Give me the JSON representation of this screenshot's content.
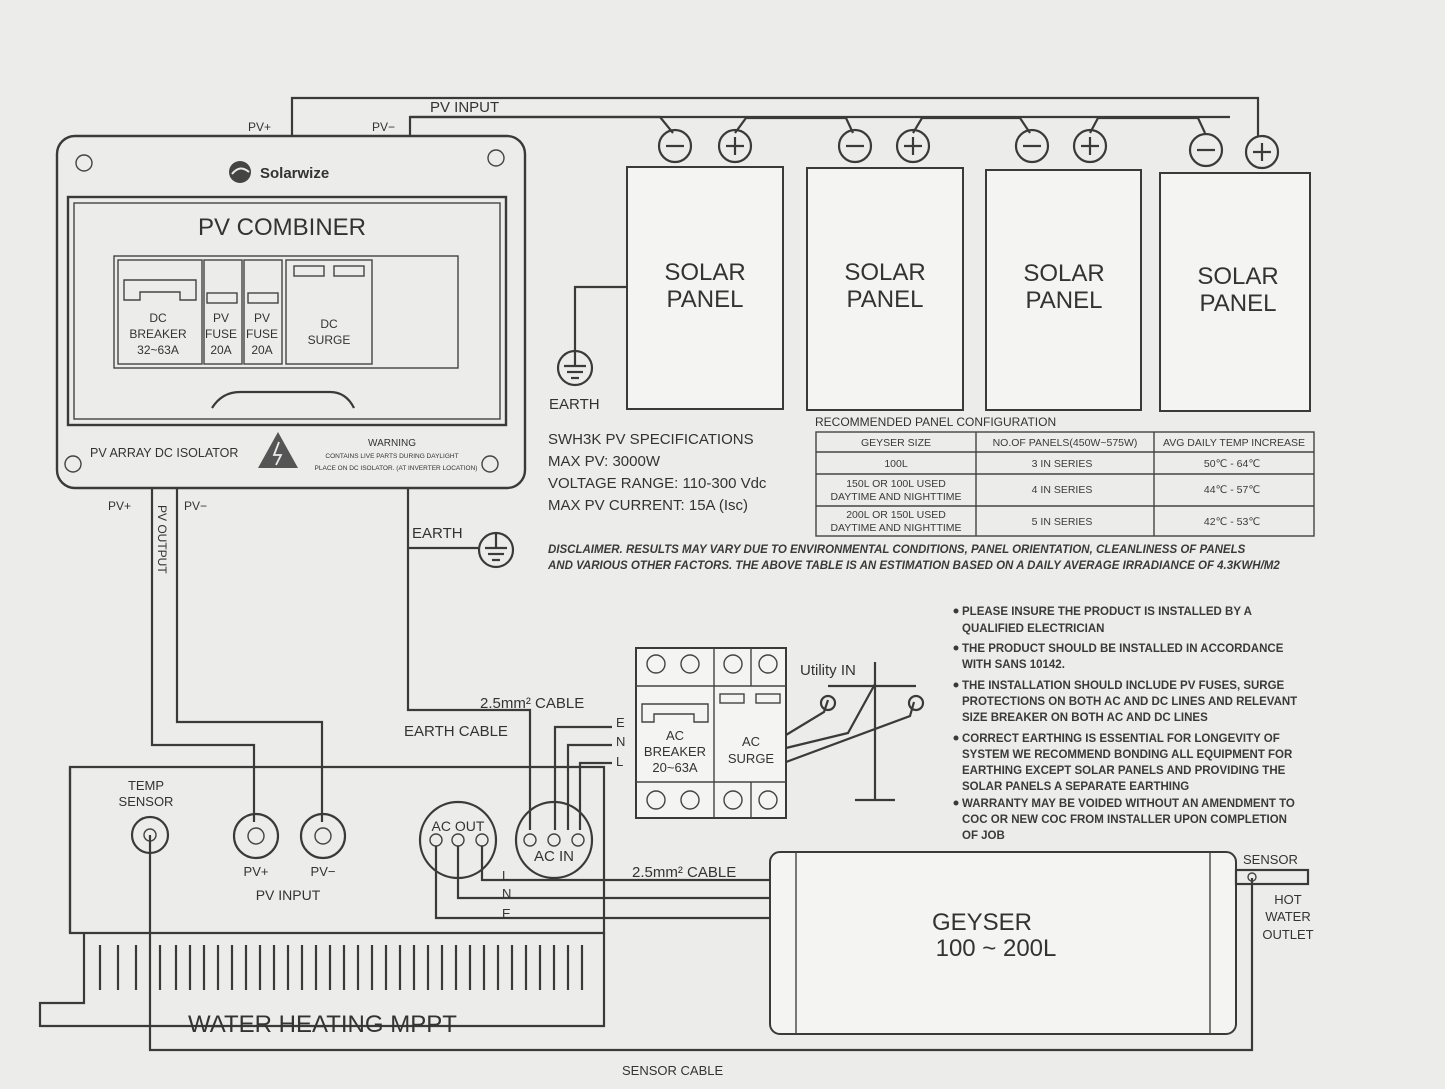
{
  "brand": "Solarwize",
  "combiner": {
    "title": "PV COMBINER",
    "dc_breaker": [
      "DC",
      "BREAKER",
      "32~63A"
    ],
    "pv_fuse_1": [
      "PV",
      "FUSE",
      "20A"
    ],
    "pv_fuse_2": [
      "PV",
      "FUSE",
      "20A"
    ],
    "dc_surge": [
      "DC",
      "SURGE"
    ],
    "isolator_label": "PV ARRAY DC ISOLATOR",
    "warning_title": "WARNING",
    "warning_line1": "CONTAINS LIVE PARTS DURING DAYLIGHT",
    "warning_line2": "PLACE ON DC ISOLATOR. (AT INVERTER LOCATION)"
  },
  "wires": {
    "pv_input": "PV INPUT",
    "pv_plus_top": "PV+",
    "pv_minus_top": "PV−",
    "pv_plus_out": "PV+",
    "pv_minus_out": "PV−",
    "pv_output": "PV OUTPUT",
    "earth_panel": "EARTH",
    "earth_combiner": "EARTH",
    "cable_top": "2.5mm² CABLE",
    "earth_cable": "EARTH CABLE",
    "cable_bottom": "2.5mm² CABLE",
    "sensor_cable": "SENSOR CABLE",
    "utility_in": "Utility IN",
    "e": "E",
    "n": "N",
    "l": "L"
  },
  "panels": [
    {
      "line1": "SOLAR",
      "line2": "PANEL"
    },
    {
      "line1": "SOLAR",
      "line2": "PANEL"
    },
    {
      "line1": "SOLAR",
      "line2": "PANEL"
    },
    {
      "line1": "SOLAR",
      "line2": "PANEL"
    }
  ],
  "specs": {
    "title": "SWH3K PV SPECIFICATIONS",
    "max_pv": "MAX PV: 3000W",
    "voltage": "VOLTAGE RANGE: 110-300 Vdc",
    "current": "MAX PV CURRENT: 15A (Isc)"
  },
  "config_table": {
    "caption": "RECOMMENDED PANEL CONFIGURATION",
    "headers": [
      "GEYSER SIZE",
      "NO.OF PANELS(450W~575W)",
      "AVG DAILY TEMP INCREASE"
    ],
    "rows": [
      {
        "size": [
          "100L"
        ],
        "panels": "3 IN SERIES",
        "temp": "50℃ - 64℃"
      },
      {
        "size": [
          "150L OR 100L USED",
          "DAYTIME AND NIGHTTIME"
        ],
        "panels": "4 IN SERIES",
        "temp": "44℃ - 57℃"
      },
      {
        "size": [
          "200L OR 150L USED",
          "DAYTIME AND NIGHTTIME"
        ],
        "panels": "5 IN SERIES",
        "temp": "42℃ - 53℃"
      }
    ]
  },
  "disclaimer": [
    "DISCLAIMER. RESULTS MAY VARY DUE TO ENVIRONMENTAL CONDITIONS, PANEL ORIENTATION, CLEANLINESS OF PANELS",
    "AND VARIOUS OTHER FACTORS. THE ABOVE TABLE IS AN ESTIMATION BASED ON A DAILY AVERAGE IRRADIANCE OF 4.3KWH/M2"
  ],
  "notes": [
    [
      "PLEASE INSURE THE PRODUCT IS INSTALLED BY A",
      "QUALIFIED ELECTRICIAN"
    ],
    [
      "THE PRODUCT SHOULD BE INSTALLED IN ACCORDANCE",
      "WITH SANS 10142."
    ],
    [
      "THE INSTALLATION SHOULD INCLUDE PV FUSES, SURGE",
      "PROTECTIONS ON BOTH AC AND DC LINES AND RELEVANT",
      "SIZE BREAKER ON BOTH AC AND DC LINES"
    ],
    [
      "CORRECT EARTHING IS ESSENTIAL FOR LONGEVITY OF",
      "SYSTEM WE RECOMMEND BONDING ALL EQUIPMENT FOR",
      "EARTHING EXCEPT SOLAR PANELS AND  PROVIDING THE",
      "SOLAR PANELS A SEPARATE EARTHING"
    ],
    [
      "WARRANTY MAY BE VOIDED WITHOUT AN AMENDMENT TO",
      "COC OR NEW COC FROM INSTALLER UPON COMPLETION",
      "OF JOB"
    ]
  ],
  "ac_panel": {
    "ac_breaker": [
      "AC",
      "BREAKER",
      "20~63A"
    ],
    "ac_surge": [
      "AC",
      "SURGE"
    ]
  },
  "mppt": {
    "title": "WATER HEATING MPPT",
    "temp_sensor": [
      "TEMP",
      "SENSOR"
    ],
    "pv_plus": "PV+",
    "pv_minus": "PV−",
    "pv_input": "PV INPUT",
    "ac_out": "AC OUT",
    "ac_in": "AC IN"
  },
  "geyser": {
    "line1": "GEYSER",
    "line2": "100 ~ 200L",
    "sensor": "SENSOR",
    "outlet": [
      "HOT",
      "WATER",
      "OUTLET"
    ]
  }
}
